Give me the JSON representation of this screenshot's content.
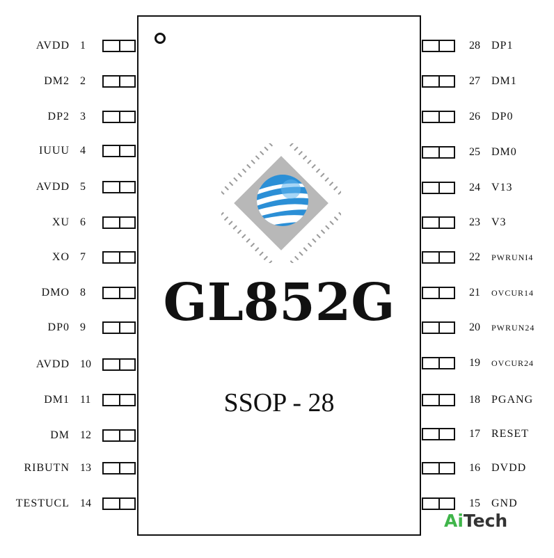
{
  "chip": {
    "part_number": "GL852G",
    "package": "SSOP - 28"
  },
  "pins_left": [
    {
      "num": "1",
      "label": "AVDD"
    },
    {
      "num": "2",
      "label": "DM2"
    },
    {
      "num": "3",
      "label": "DP2"
    },
    {
      "num": "4",
      "label": "IUUU"
    },
    {
      "num": "5",
      "label": "AVDD"
    },
    {
      "num": "6",
      "label": "XU"
    },
    {
      "num": "7",
      "label": "XO"
    },
    {
      "num": "8",
      "label": "DMO"
    },
    {
      "num": "9",
      "label": "DP0"
    },
    {
      "num": "10",
      "label": "AVDD"
    },
    {
      "num": "11",
      "label": "DM1"
    },
    {
      "num": "12",
      "label": "DM"
    },
    {
      "num": "13",
      "label": "RIBUTN"
    },
    {
      "num": "14",
      "label": "TESTUCL"
    }
  ],
  "pins_right": [
    {
      "num": "28",
      "label": "DP1"
    },
    {
      "num": "27",
      "label": "DM1"
    },
    {
      "num": "26",
      "label": "DP0"
    },
    {
      "num": "25",
      "label": "DM0"
    },
    {
      "num": "24",
      "label": "V13"
    },
    {
      "num": "23",
      "label": "V3"
    },
    {
      "num": "22",
      "label": "PWRUNI4"
    },
    {
      "num": "21",
      "label": "OVCUR14"
    },
    {
      "num": "20",
      "label": "PWRUN24"
    },
    {
      "num": "19",
      "label": "OVCUR24"
    },
    {
      "num": "18",
      "label": "PGANG"
    },
    {
      "num": "17",
      "label": "RESET"
    },
    {
      "num": "16",
      "label": "DVDD"
    },
    {
      "num": "15",
      "label": "GND"
    }
  ],
  "brand": {
    "part1": "Ai",
    "part2": "Tech",
    "colors": {
      "ai": "#3fb54a",
      "tech": "#333333"
    }
  },
  "logo": {
    "icon": "chip-globe-icon",
    "colors": {
      "die": "#b8b8b8",
      "globe": "#2b8fd6",
      "band": "#ffffff"
    }
  }
}
